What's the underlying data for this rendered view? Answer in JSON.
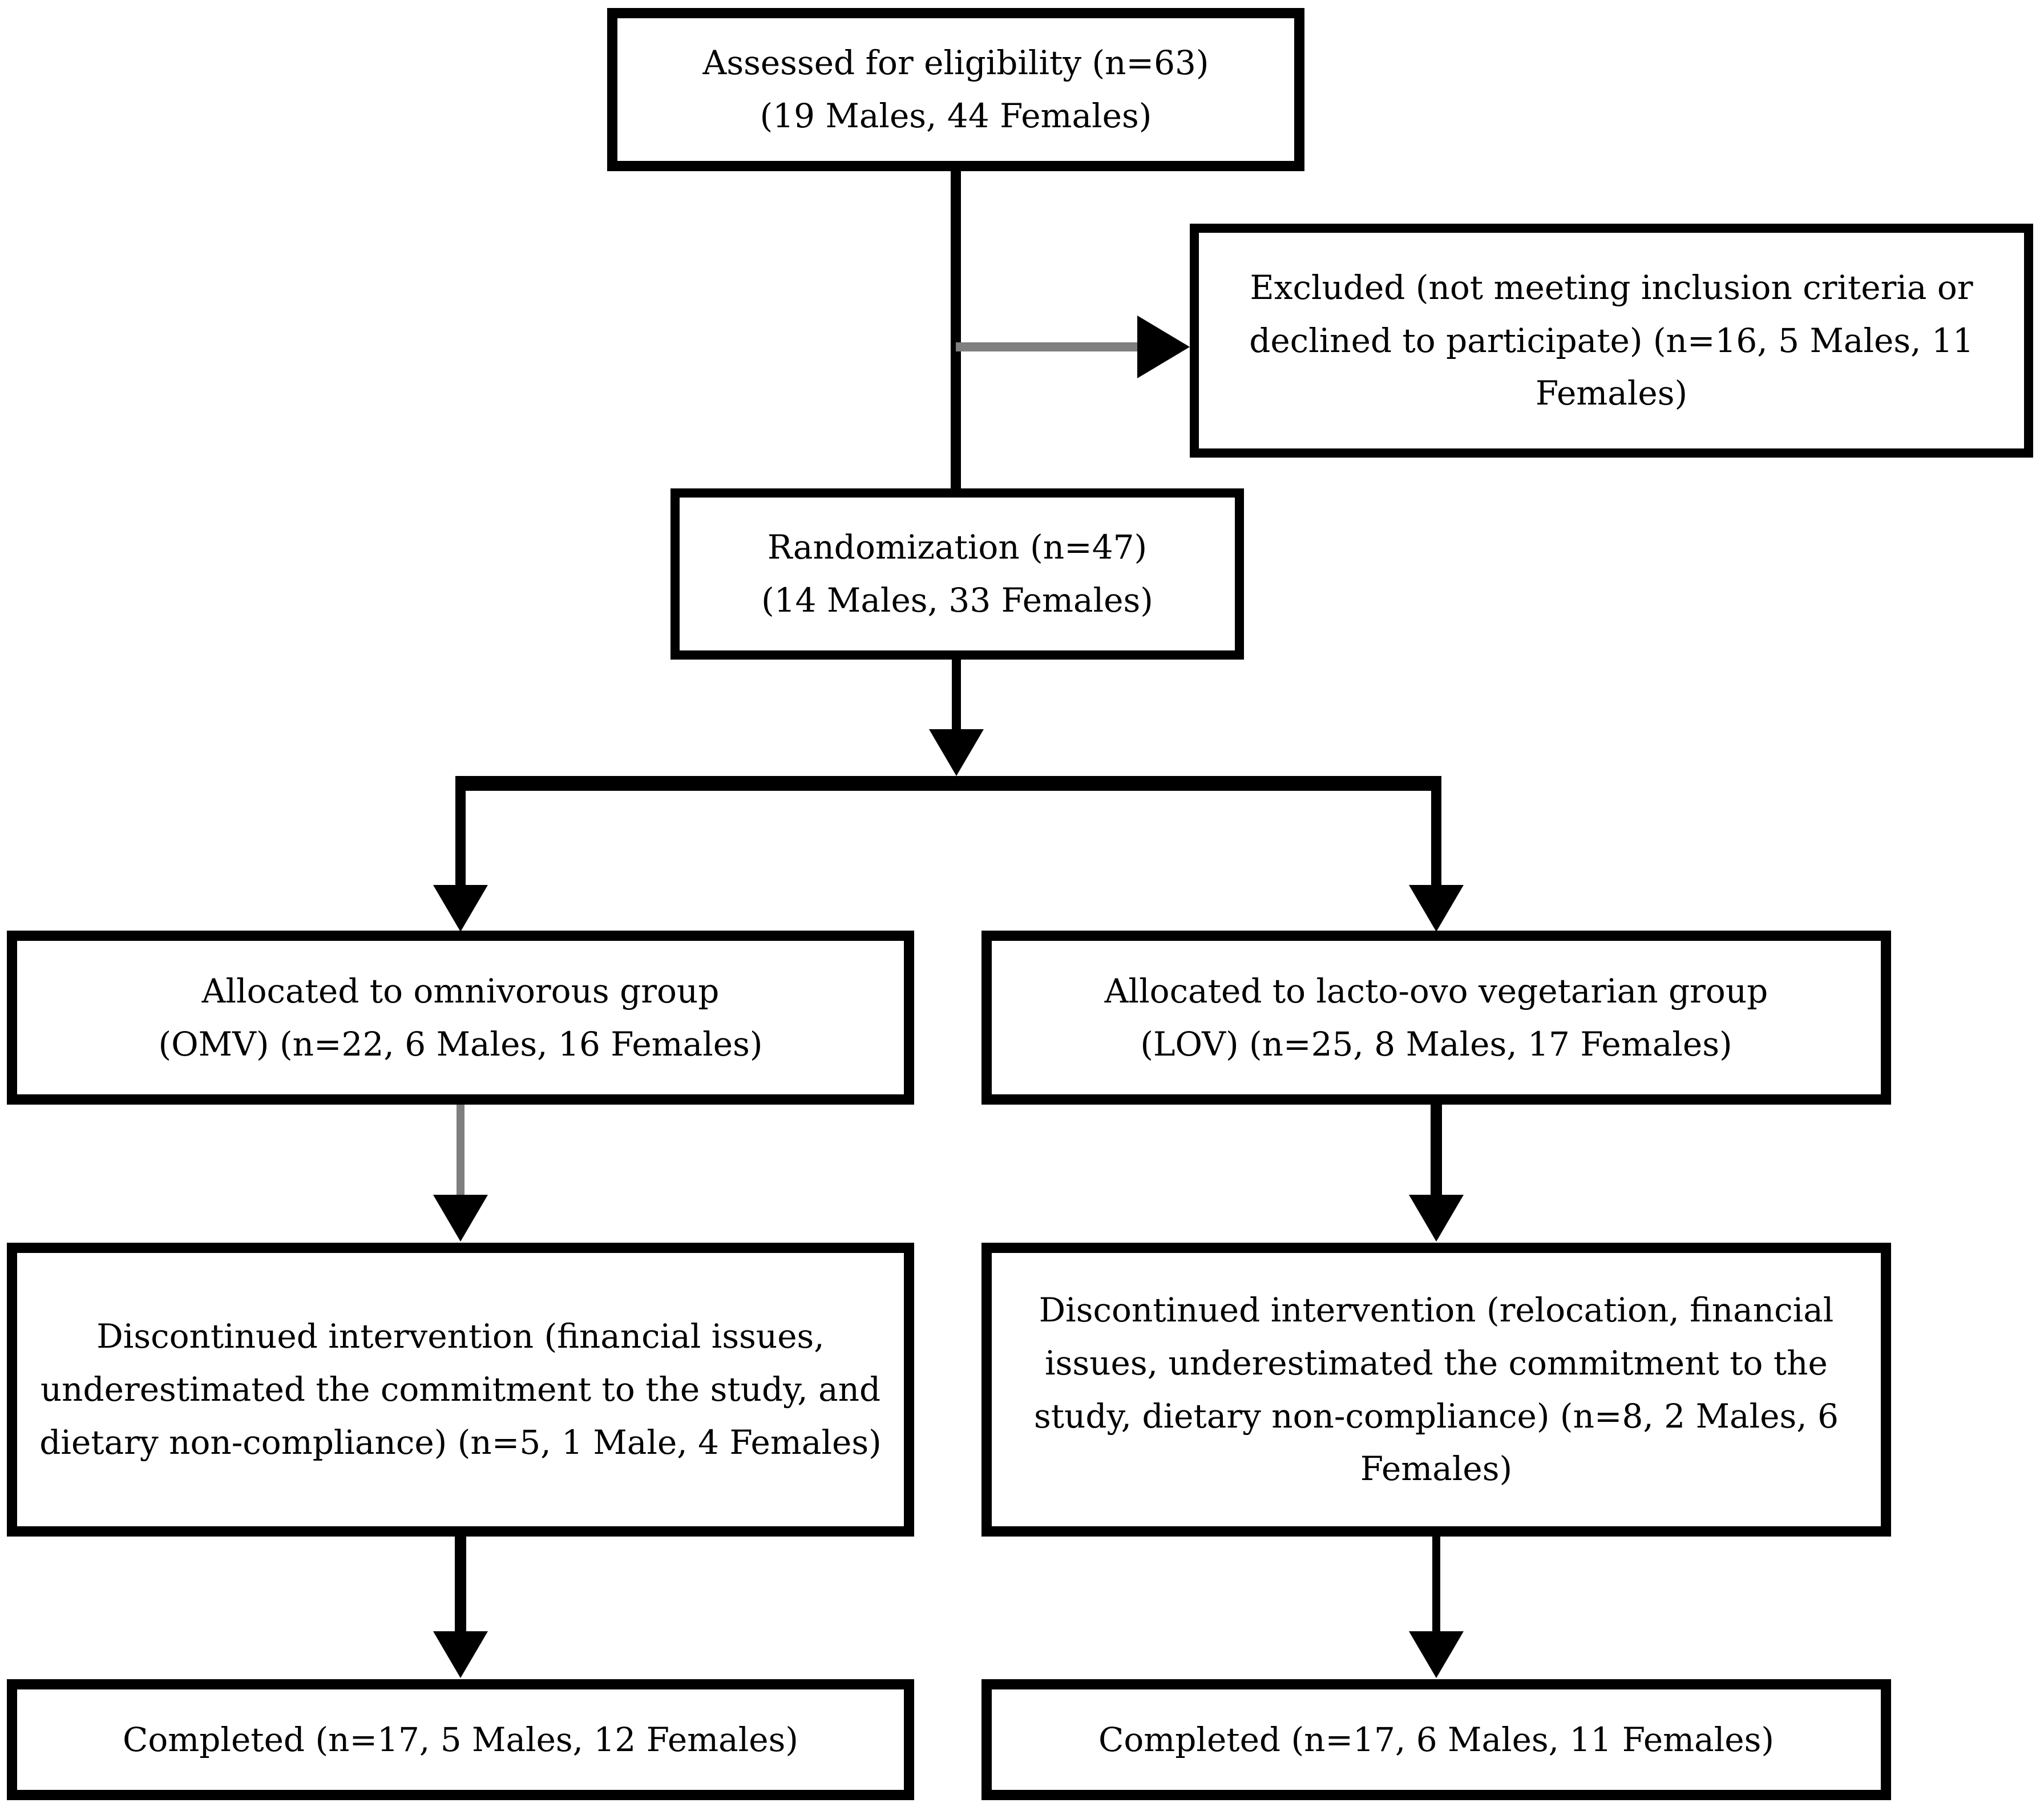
{
  "diagram": {
    "kind": "participant-flow-chart",
    "colors": {
      "background": "#ffffff",
      "box_border": "#000000",
      "text": "#000000",
      "arrow_black": "#000000",
      "arrow_gray": "#7f7f7f"
    },
    "nodes": {
      "assessed": {
        "text": "Assessed for eligibility (n=63)\n(19 Males, 44 Females)"
      },
      "excluded": {
        "text": "Excluded (not meeting inclusion criteria or\ndeclined to participate) (n=16, 5 Males, 11\nFemales)"
      },
      "randomization": {
        "text": "Randomization (n=47)\n(14 Males, 33 Females)"
      },
      "allocated_omv": {
        "text": "Allocated to omnivorous group\n(OMV) (n=22, 6 Males, 16 Females)"
      },
      "allocated_lov": {
        "text": "Allocated to lacto-ovo vegetarian group\n(LOV) (n=25, 8 Males, 17 Females)"
      },
      "discontinued_omv": {
        "text": "Discontinued intervention (financial issues,\nunderestimated the commitment to the study, and\ndietary non-compliance) (n=5, 1 Male, 4 Females)"
      },
      "discontinued_lov": {
        "text": "Discontinued intervention (relocation, financial\nissues, underestimated the commitment to the\nstudy, dietary non-compliance) (n=8, 2 Males, 6\nFemales)"
      },
      "completed_omv": {
        "text": "Completed (n=17, 5 Males, 12 Females)"
      },
      "completed_lov": {
        "text": "Completed (n=17, 6 Males, 11 Females)"
      }
    },
    "edges": [
      {
        "from": "assessed",
        "to": "randomization",
        "style": "plain-black-line"
      },
      {
        "from": "assessed",
        "to": "excluded",
        "style": "gray-stem-black-arrowhead"
      },
      {
        "from": "randomization",
        "to": "split-bar",
        "style": "black-arrow"
      },
      {
        "from": "split-bar",
        "to": "allocated_omv",
        "style": "black-arrow"
      },
      {
        "from": "split-bar",
        "to": "allocated_lov",
        "style": "black-arrow"
      },
      {
        "from": "allocated_omv",
        "to": "discontinued_omv",
        "style": "gray-stem-black-arrowhead"
      },
      {
        "from": "allocated_lov",
        "to": "discontinued_lov",
        "style": "black-arrow"
      },
      {
        "from": "discontinued_omv",
        "to": "completed_omv",
        "style": "black-arrow"
      },
      {
        "from": "discontinued_lov",
        "to": "completed_lov",
        "style": "black-arrow"
      }
    ]
  }
}
